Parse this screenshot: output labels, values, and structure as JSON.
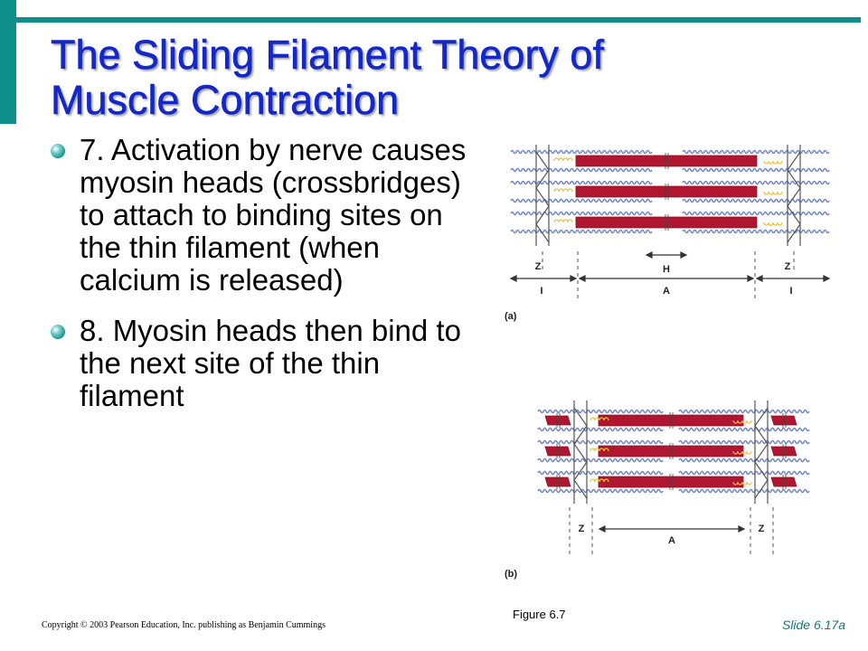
{
  "slide": {
    "title_line1": "The Sliding Filament Theory of",
    "title_line2": "Muscle Contraction",
    "bullets": [
      "7. Activation by nerve causes myosin heads (crossbridges) to attach to binding sites on the thin filament (when calcium is released)",
      "8. Myosin heads then bind to the next site of the thin filament"
    ],
    "figure_caption": "Figure 6.7",
    "copyright": "Copyright © 2003 Pearson Education, Inc. publishing as Benjamin Cummings",
    "slide_number": "Slide 6.17a"
  },
  "figure": {
    "panel_a": {
      "tag": "(a)",
      "z_left": "Z",
      "z_right": "Z",
      "h": "H",
      "i_left": "I",
      "a": "A",
      "i_right": "I"
    },
    "panel_b": {
      "tag": "(b)",
      "z_left": "Z",
      "z_right": "Z",
      "a": "A"
    },
    "colors": {
      "thick": "#b0162f",
      "thin": "#6f86c6",
      "titin": "#e8c23a",
      "zline": "#555555",
      "accent": "#0f8f8a",
      "title": "#1428c8"
    }
  }
}
